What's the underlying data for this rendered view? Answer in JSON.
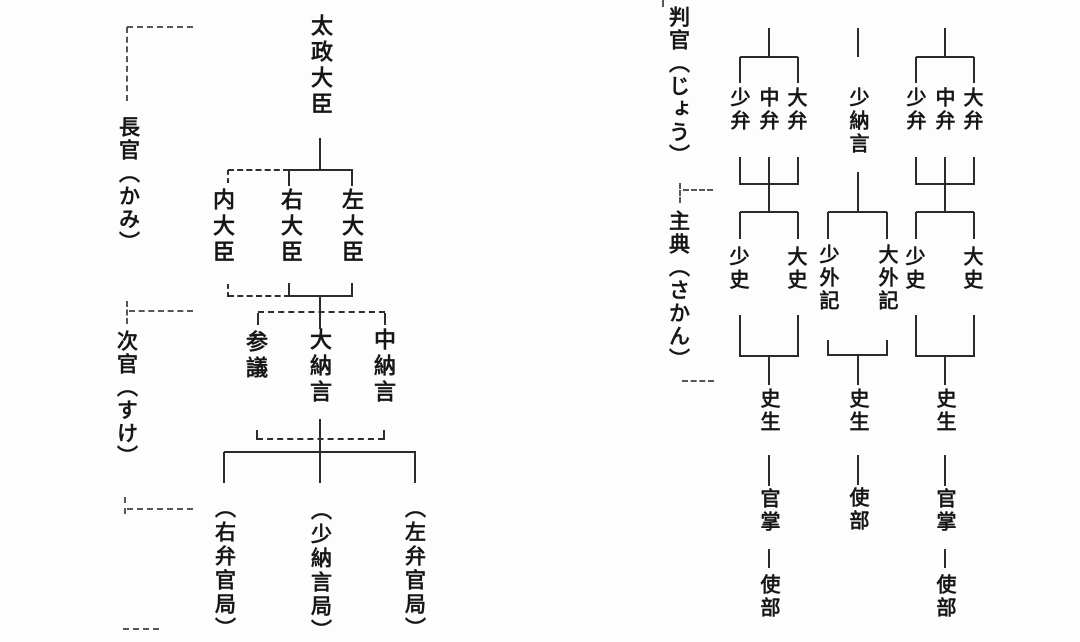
{
  "page": {
    "background": "#fdfdfd",
    "ink": "#161616",
    "description_labels": "Ritsuryo Daijokan organization chart"
  },
  "rank_labels": {
    "chokan": "長官（かみ）",
    "jikan": "次官（すけ）",
    "hangan": "判官（じょう）",
    "shuten": "主典（さかん）"
  },
  "left_tree": {
    "daijo_daijin": "太政大臣",
    "naidaijin": "内大臣",
    "udaijin": "右大臣",
    "sadaijin": "左大臣",
    "sangi": "参議",
    "dainagon": "大納言",
    "chunagon": "中納言",
    "uben_kankyoku": "（右弁官局）",
    "shonagon_kyoku": "（少納言局）",
    "saben_kankyoku": "（左弁官局）"
  },
  "right_tree": {
    "left_group": {
      "shoben": "少弁",
      "chuben": "中弁",
      "daiben": "大弁",
      "shoshi": "少史",
      "daishi": "大史",
      "shisho": "史生",
      "kanjo": "官掌",
      "shibu": "使部"
    },
    "center_group": {
      "shonagon": "少納言",
      "shogeki": "少外記",
      "daigeki": "大外記",
      "shisho": "史生",
      "shibu": "使部"
    },
    "right_group": {
      "shoben": "少弁",
      "chuben": "中弁",
      "daiben": "大弁",
      "shoshi": "少史",
      "daishi": "大史",
      "shisho": "史生",
      "kanjo": "官掌",
      "shibu": "使部"
    }
  }
}
